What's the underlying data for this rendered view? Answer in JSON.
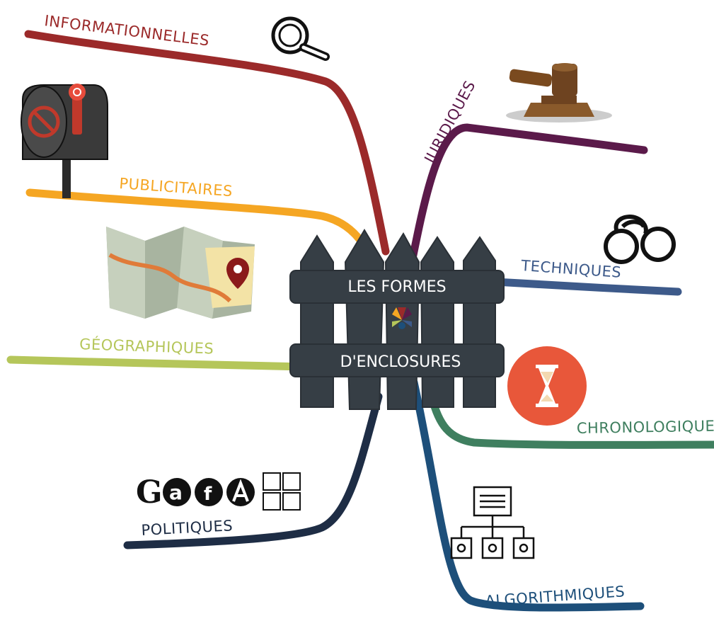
{
  "center": {
    "line1": "LES FORMES",
    "line2": "D'ENCLOSURES"
  },
  "branches": [
    {
      "id": "informationnelles",
      "label": "INFORMATIONNELLES",
      "color": "#9b2a2a",
      "icon": "magnifier-icon"
    },
    {
      "id": "publicitaires",
      "label": "PUBLICITAIRES",
      "color": "#f5a623",
      "icon": "mailbox-no-spam-icon"
    },
    {
      "id": "geographiques",
      "label": "GÉOGRAPHIQUES",
      "color": "#b5c65a",
      "icon": "map-icon"
    },
    {
      "id": "politiques",
      "label": "POLITIQUES",
      "color": "#1e2d45",
      "icon": "gafam-logos-icon"
    },
    {
      "id": "juridiques",
      "label": "JURIDIQUES",
      "color": "#5b1a4a",
      "icon": "gavel-icon"
    },
    {
      "id": "techniques",
      "label": "TECHNIQUES",
      "color": "#3d5a8a",
      "icon": "handcuffs-icon"
    },
    {
      "id": "chronologiques",
      "label": "CHRONOLOGIQUES",
      "color": "#3f7f5f",
      "icon": "hourglass-icon"
    },
    {
      "id": "algorithmiques",
      "label": "ALGORITHMIQUES",
      "color": "#1d4f7a",
      "icon": "network-icon"
    }
  ],
  "gafam_letters": {
    "google": "G",
    "amazon": "a",
    "facebook": "f"
  }
}
